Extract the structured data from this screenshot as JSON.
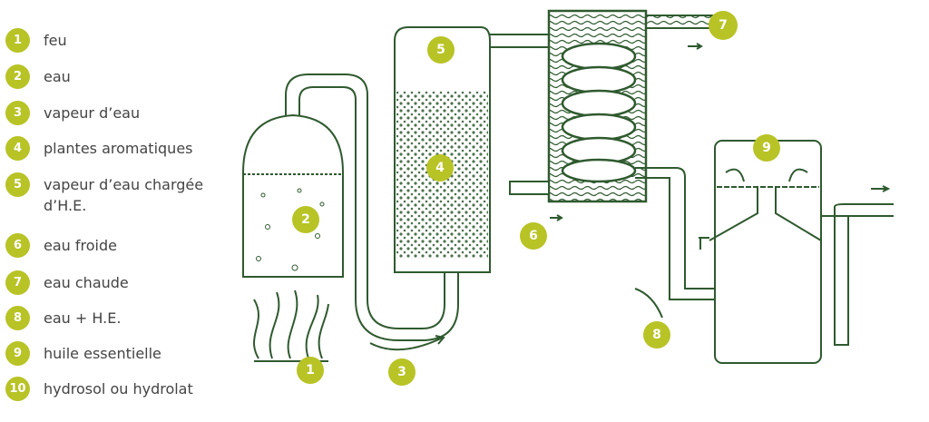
{
  "legend": [
    {
      "num": "1",
      "label": "feu"
    },
    {
      "num": "2",
      "label": "eau"
    },
    {
      "num": "3",
      "label": "vapeur d’eau"
    },
    {
      "num": "4",
      "label": "plantes aromatiques"
    },
    {
      "num": "5",
      "label": "vapeur d’eau chargée d’H.E."
    },
    {
      "num": "6",
      "label": "eau froide"
    },
    {
      "num": "7",
      "label": "eau chaude"
    },
    {
      "num": "8",
      "label": "eau + H.E."
    },
    {
      "num": "9",
      "label": "huile essentielle"
    },
    {
      "num": "10",
      "label": "hydrosol ou hydrolat"
    }
  ],
  "colors": {
    "badge": "#b8c326",
    "line": "#2f5a2f",
    "text": "#444444"
  }
}
